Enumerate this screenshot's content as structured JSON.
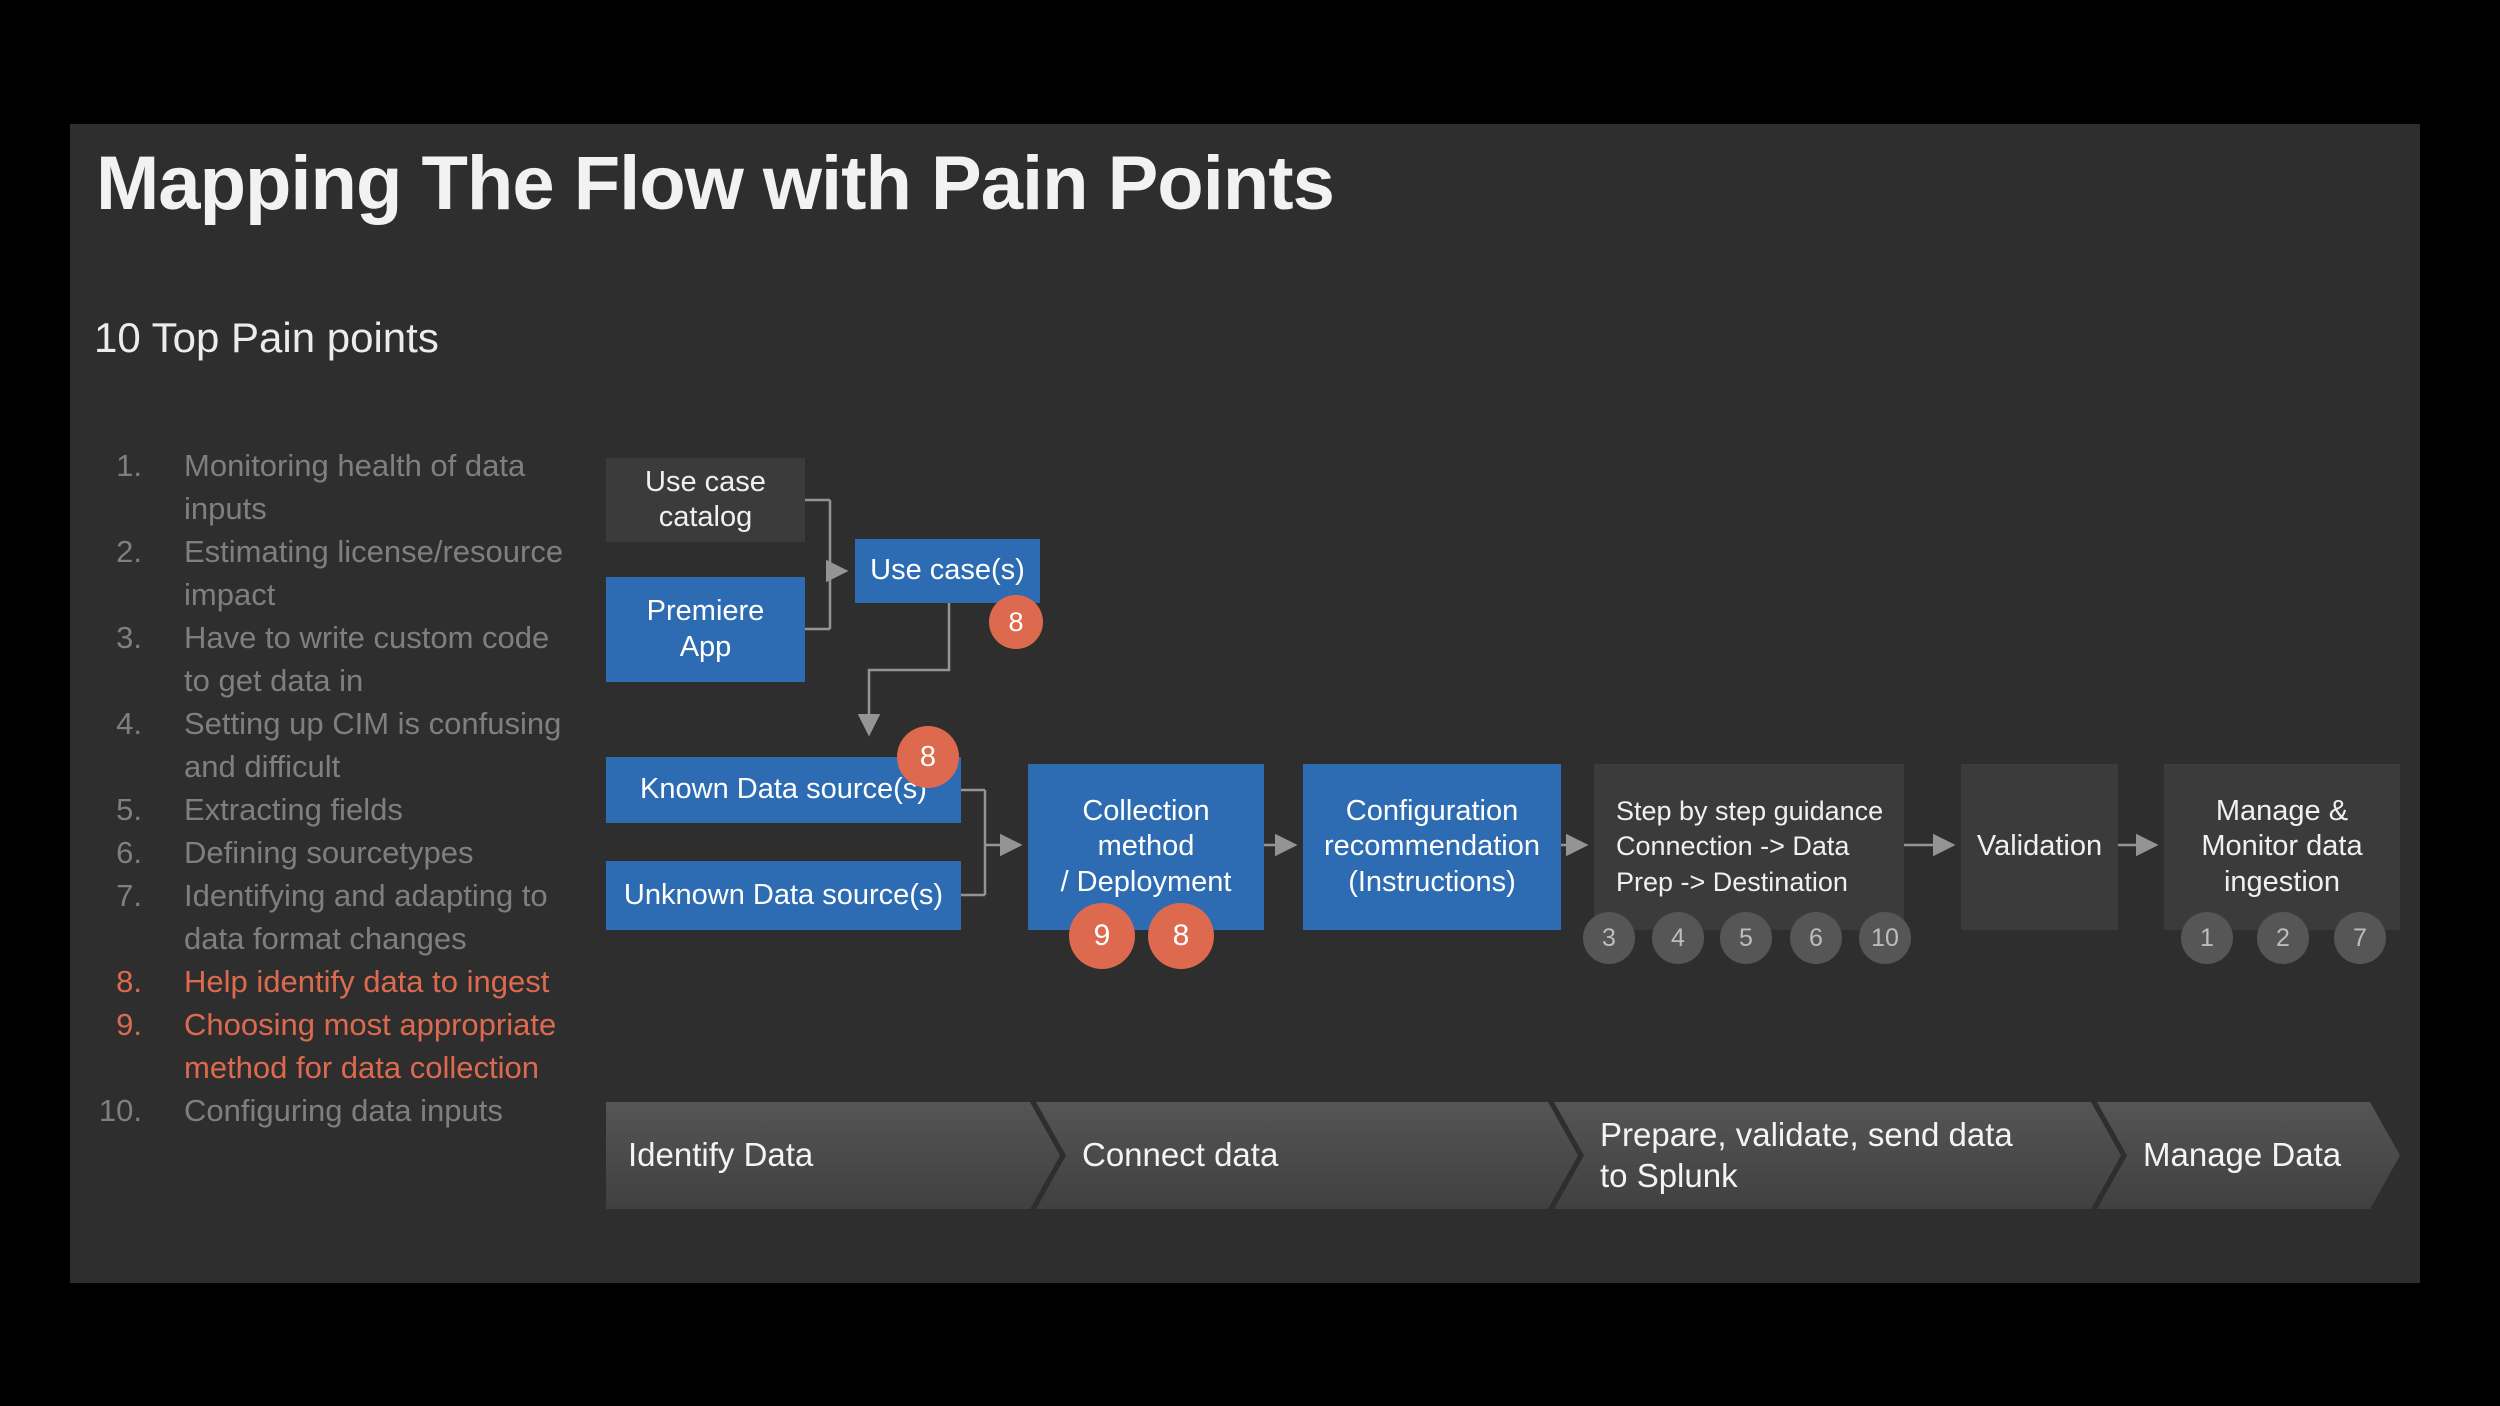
{
  "slide": {
    "title": "Mapping The Flow with Pain Points",
    "subtitle": "10 Top Pain points"
  },
  "pain_points": {
    "items": [
      {
        "num": "1.",
        "text": "Monitoring health of data inputs",
        "highlighted": false
      },
      {
        "num": "2.",
        "text": "Estimating license/resource impact",
        "highlighted": false
      },
      {
        "num": "3.",
        "text": "Have to write custom code to get data in",
        "highlighted": false
      },
      {
        "num": "4.",
        "text": "Setting up CIM is confusing and difficult",
        "highlighted": false
      },
      {
        "num": "5.",
        "text": "Extracting fields",
        "highlighted": false
      },
      {
        "num": "6.",
        "text": "Defining sourcetypes",
        "highlighted": false
      },
      {
        "num": "7.",
        "text": "Identifying and adapting to data format changes",
        "highlighted": false
      },
      {
        "num": "8.",
        "text": "Help identify data to ingest",
        "highlighted": true
      },
      {
        "num": "9.",
        "text": "Choosing most appropriate method for data collection",
        "highlighted": true
      },
      {
        "num": "10.",
        "text": "Configuring data inputs",
        "highlighted": false
      }
    ]
  },
  "flow": {
    "boxes": {
      "use_case_catalog": {
        "label": "Use case\ncatalog"
      },
      "premiere_app": {
        "label": "Premiere\nApp"
      },
      "use_cases": {
        "label": "Use case(s)",
        "badge": "8"
      },
      "known_sources": {
        "label": "Known Data source(s)",
        "badge": "8"
      },
      "unknown_sources": {
        "label": "Unknown Data source(s)"
      },
      "collection_method": {
        "label": "Collection\nmethod\n/ Deployment",
        "badges": [
          "9",
          "8"
        ]
      },
      "configuration": {
        "label": "Configuration\nrecommendation\n(Instructions)"
      },
      "step_guidance": {
        "label": "Step by step guidance\nConnection -> Data\nPrep -> Destination",
        "circles": [
          "3",
          "4",
          "5",
          "6",
          "10"
        ]
      },
      "validation": {
        "label": "Validation"
      },
      "manage_monitor": {
        "label": "Manage &\nMonitor data\ningestion",
        "circles": [
          "1",
          "2",
          "7"
        ]
      }
    }
  },
  "banner": {
    "segments": [
      {
        "label": "Identify Data"
      },
      {
        "label": "Connect data"
      },
      {
        "label": "Prepare, validate, send data\nto Splunk"
      },
      {
        "label": "Manage Data"
      }
    ]
  },
  "colors": {
    "slide_bg": "#2e2e2e",
    "accent_blue": "#2d6cb2",
    "accent_orange": "#dd6a4e",
    "muted_text": "#7f7f7f"
  }
}
